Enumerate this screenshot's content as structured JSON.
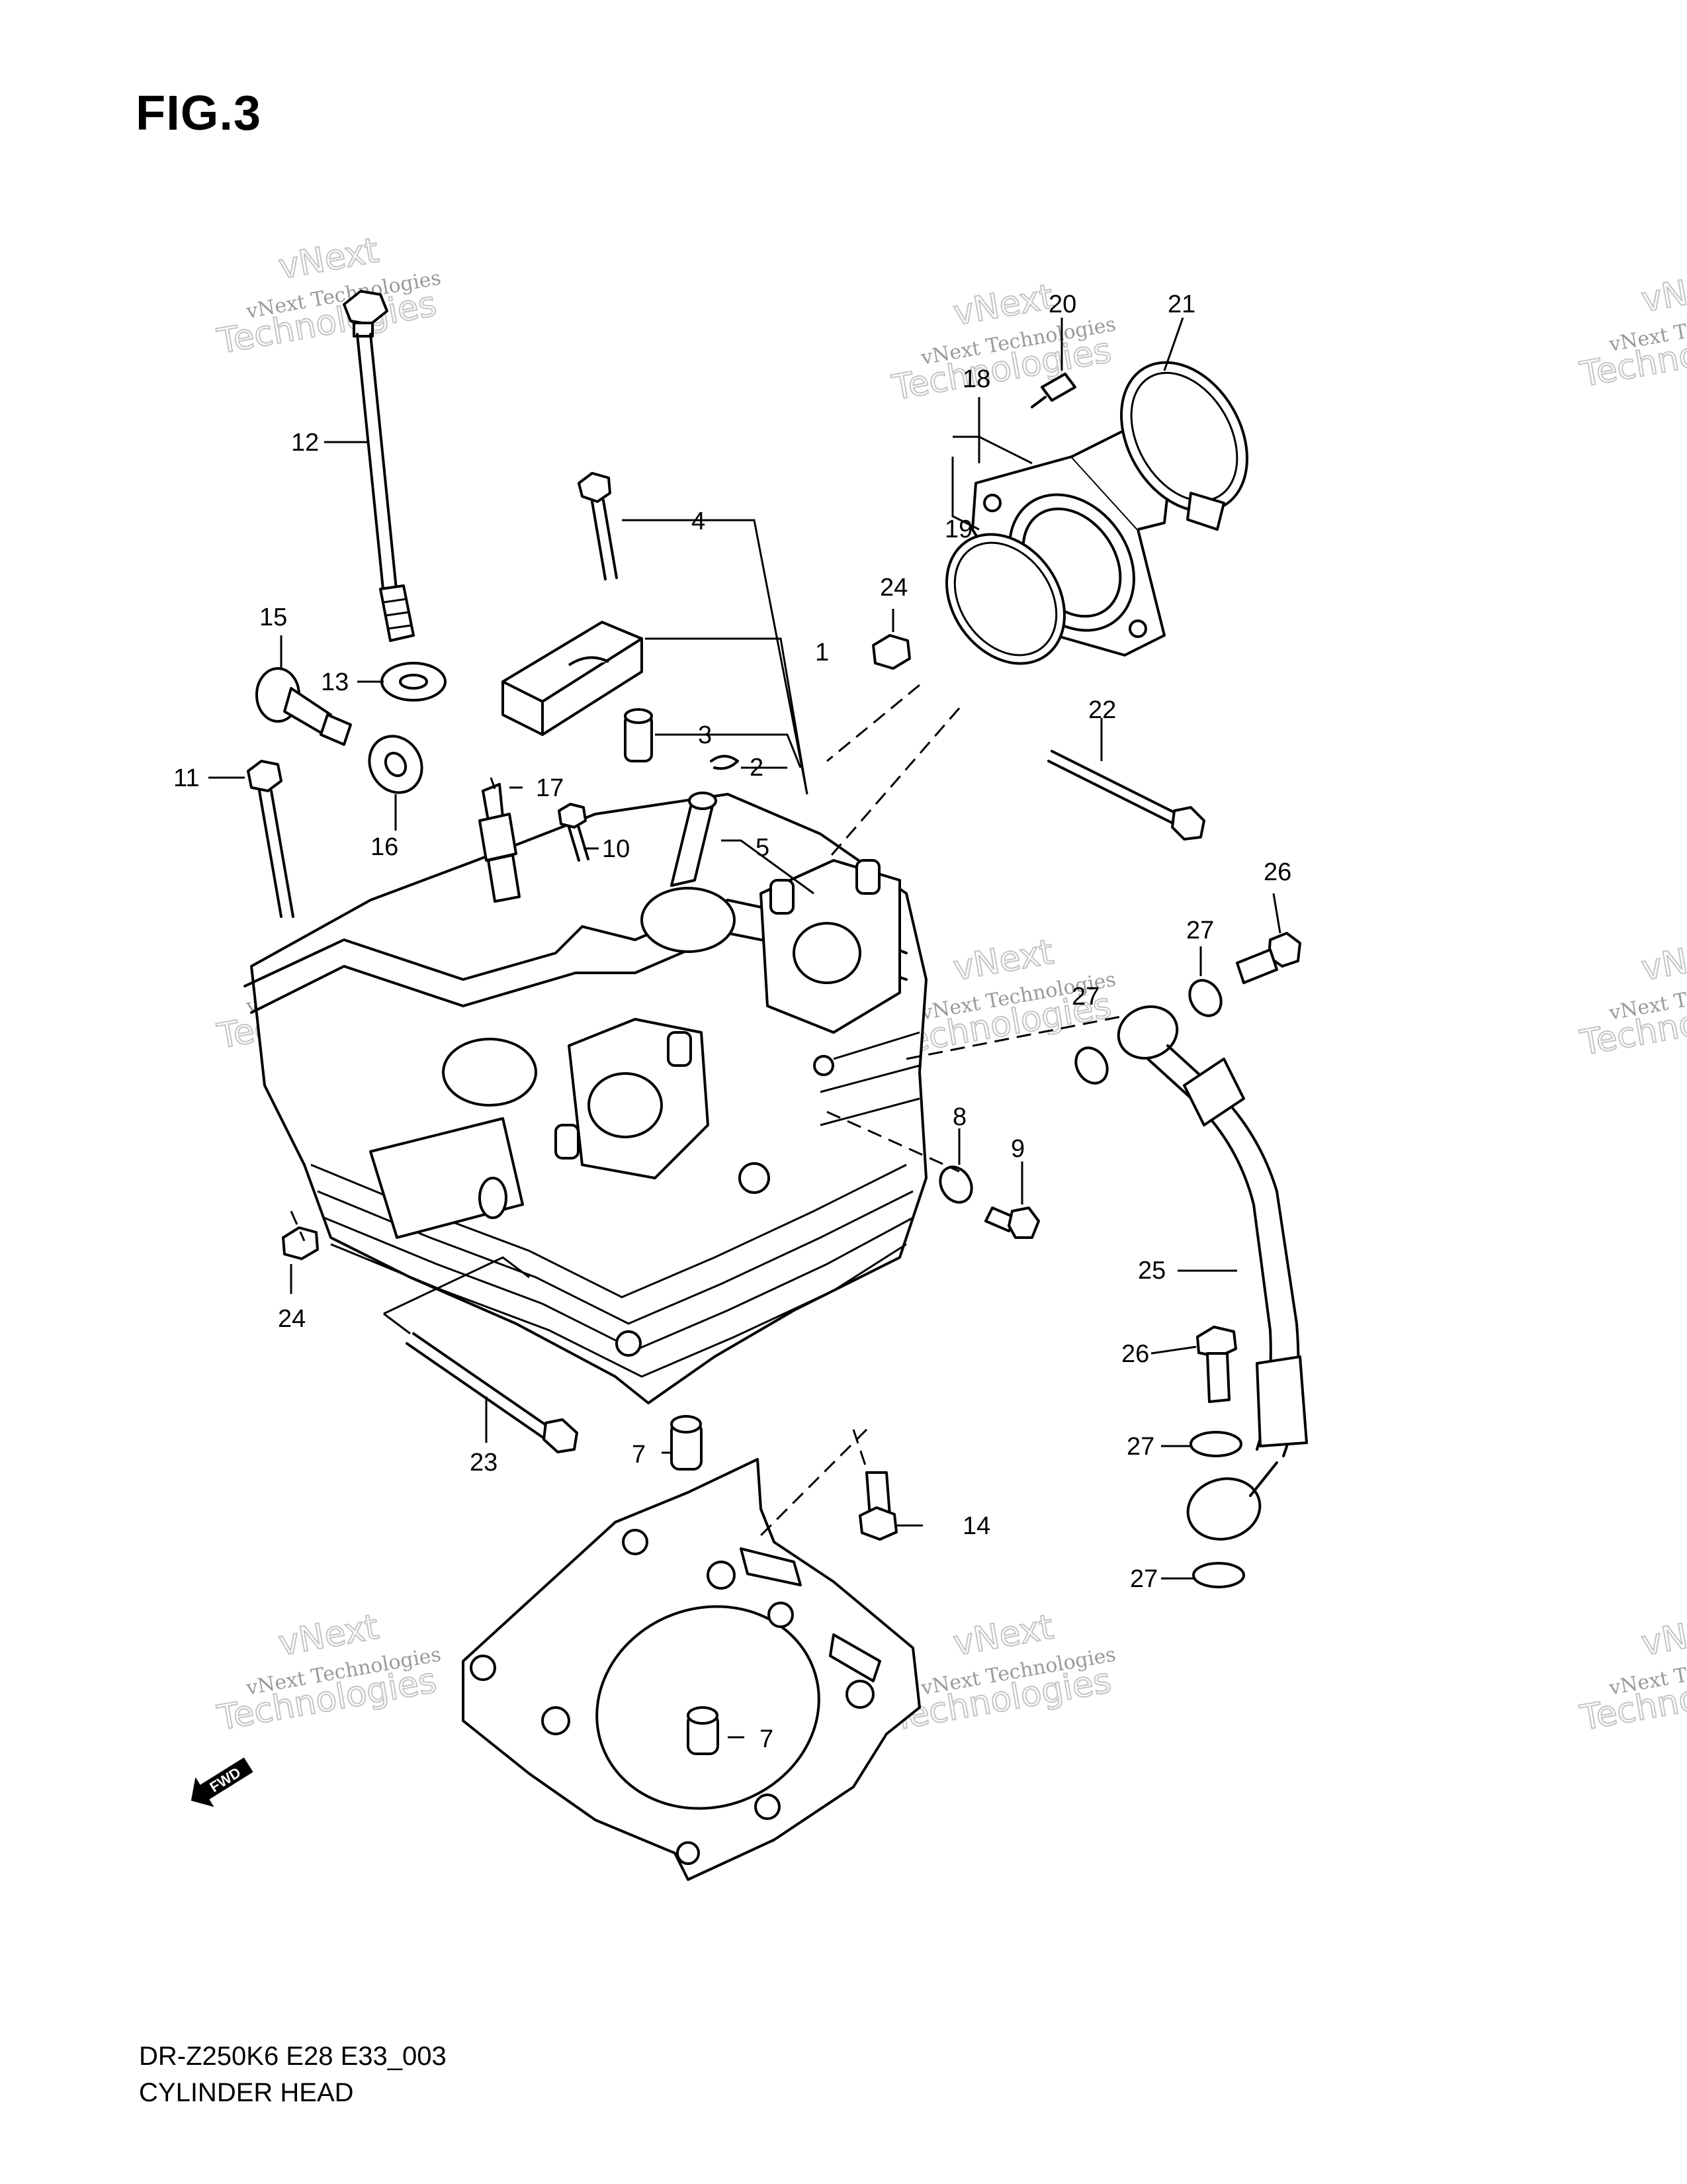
{
  "figure": {
    "title": "FIG.3",
    "model_code": "DR-Z250K6 E28 E33_003",
    "section_name": "CYLINDER HEAD"
  },
  "direction_marker": "FWD",
  "watermark": {
    "line1": "vNext Technologies",
    "line2": "vNext",
    "line3": "Technologies"
  },
  "callouts": [
    {
      "id": "callout-1",
      "label": "1"
    },
    {
      "id": "callout-2",
      "label": "2"
    },
    {
      "id": "callout-3",
      "label": "3"
    },
    {
      "id": "callout-4",
      "label": "4"
    },
    {
      "id": "callout-5",
      "label": "5"
    },
    {
      "id": "callout-7a",
      "label": "7"
    },
    {
      "id": "callout-7b",
      "label": "7"
    },
    {
      "id": "callout-8",
      "label": "8"
    },
    {
      "id": "callout-9",
      "label": "9"
    },
    {
      "id": "callout-10",
      "label": "10"
    },
    {
      "id": "callout-11",
      "label": "11"
    },
    {
      "id": "callout-12",
      "label": "12"
    },
    {
      "id": "callout-13",
      "label": "13"
    },
    {
      "id": "callout-14",
      "label": "14"
    },
    {
      "id": "callout-15",
      "label": "15"
    },
    {
      "id": "callout-16",
      "label": "16"
    },
    {
      "id": "callout-17",
      "label": "17"
    },
    {
      "id": "callout-18",
      "label": "18"
    },
    {
      "id": "callout-19",
      "label": "19"
    },
    {
      "id": "callout-20",
      "label": "20"
    },
    {
      "id": "callout-21",
      "label": "21"
    },
    {
      "id": "callout-22",
      "label": "22"
    },
    {
      "id": "callout-23",
      "label": "23"
    },
    {
      "id": "callout-24a",
      "label": "24"
    },
    {
      "id": "callout-24b",
      "label": "24"
    },
    {
      "id": "callout-25",
      "label": "25"
    },
    {
      "id": "callout-26a",
      "label": "26"
    },
    {
      "id": "callout-26b",
      "label": "26"
    },
    {
      "id": "callout-27a",
      "label": "27"
    },
    {
      "id": "callout-27b",
      "label": "27"
    },
    {
      "id": "callout-27c",
      "label": "27"
    },
    {
      "id": "callout-27d",
      "label": "27"
    }
  ]
}
